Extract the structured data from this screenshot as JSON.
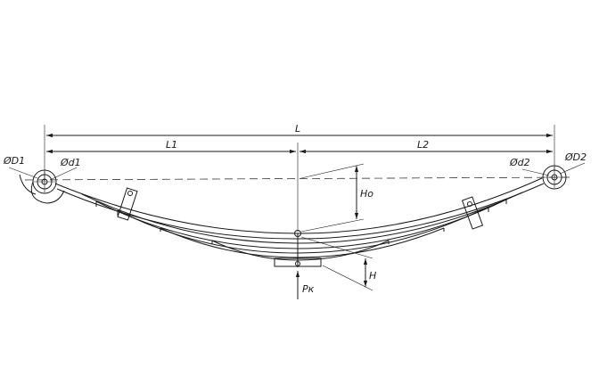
{
  "drawing": {
    "labels": {
      "L": "L",
      "L1": "L1",
      "L2": "L2",
      "D1": "ØD1",
      "d1": "Ød1",
      "d2": "Ød2",
      "D2": "ØD2",
      "Ho": "Ho",
      "H": "H",
      "Pk": "Pк"
    }
  }
}
